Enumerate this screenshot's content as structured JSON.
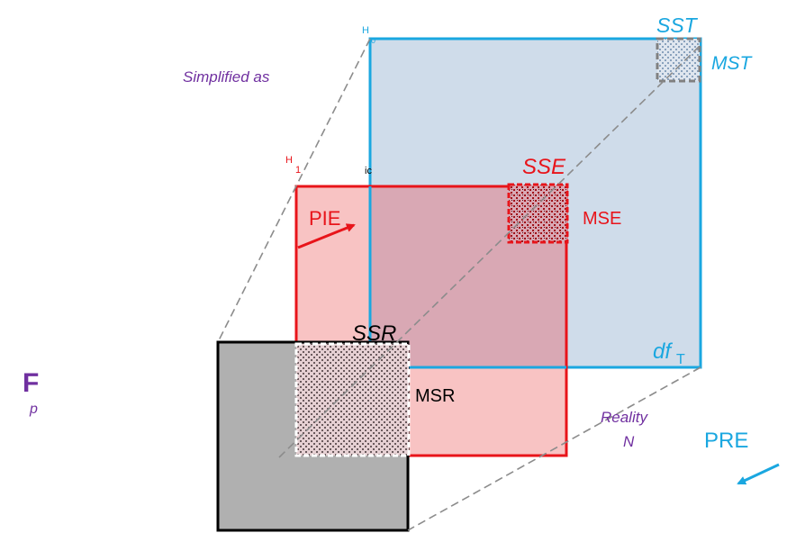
{
  "labels": {
    "simplified": "Simplified as",
    "h0_letter": "H",
    "h0_sub": "0",
    "h1_letter": "H",
    "h1_sub": "1",
    "ic": "ic",
    "sst": "SST",
    "mst": "MST",
    "sse": "SSE",
    "mse": "MSE",
    "pie": "PIE",
    "ssr": "SSR",
    "msr": "MSR",
    "df": "df",
    "df_sub": "T",
    "f": "F",
    "f_sub": "p",
    "reality": "Reality",
    "n": "N",
    "pre": "PRE"
  },
  "colors": {
    "blue": "#1aa7e0",
    "blue_fill": "#cfdcea",
    "red": "#e8141a",
    "red_fill": "#f8c3c3",
    "overlap": "#d9a8b4",
    "gray_fill": "#b0b0b0",
    "purple": "#7030a0",
    "dash": "#8c8c8c"
  }
}
